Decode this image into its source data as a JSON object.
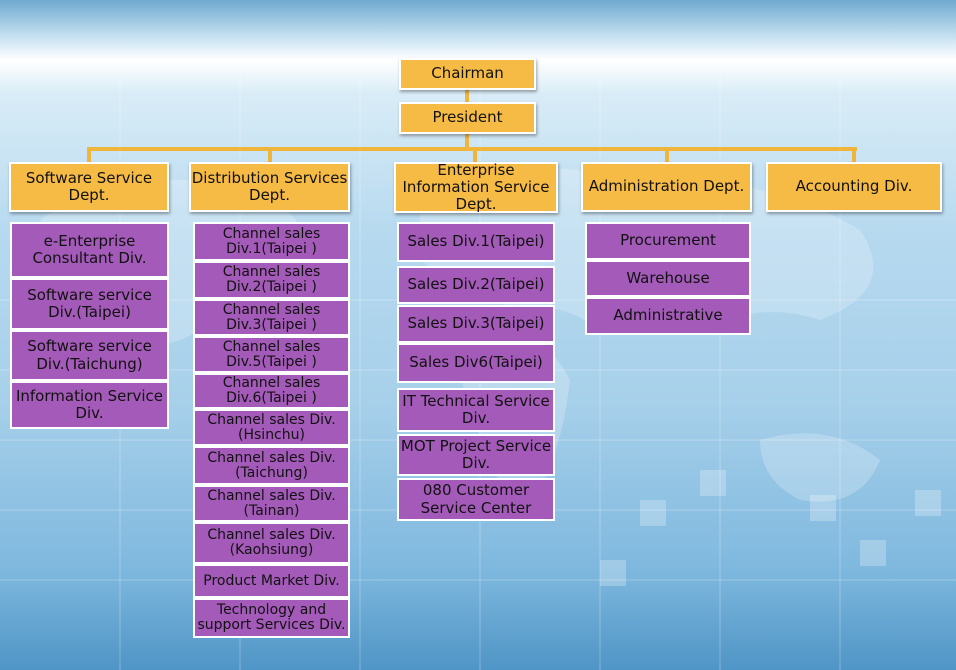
{
  "colors": {
    "manager_box": "#f6bb45",
    "unit_box": "#a45ab8",
    "connector": "#f0b53b"
  },
  "chairman": "Chairman",
  "president": "President",
  "departments": [
    {
      "label": "Software Service Dept.",
      "units": [
        "e-Enterprise Consultant  Div.",
        "Software service Div.(Taipei)",
        "Software service Div.(Taichung)",
        "Information Service Div."
      ]
    },
    {
      "label": "Distribution Services Dept.",
      "units": [
        "Channel sales Div.1(Taipei )",
        "Channel sales Div.2(Taipei )",
        "Channel sales Div.3(Taipei )",
        "Channel sales Div.5(Taipei )",
        "Channel sales Div.6(Taipei )",
        "Channel sales Div.(Hsinchu)",
        "Channel sales Div.(Taichung)",
        "Channel sales Div.(Tainan)",
        "Channel sales Div.(Kaohsiung)",
        "Product Market Div.",
        "Technology and support Services Div."
      ]
    },
    {
      "label": "Enterprise Information Service Dept.",
      "units": [
        "Sales Div.1(Taipei)",
        "Sales Div.2(Taipei)",
        "Sales Div.3(Taipei)",
        "Sales Div6(Taipei)",
        "IT Technical Service Div.",
        "MOT Project Service Div.",
        "080 Customer Service Center"
      ]
    },
    {
      "label": "Administration Dept.",
      "units": [
        "Procurement",
        "Warehouse",
        "Administrative"
      ]
    },
    {
      "label": "Accounting Div.",
      "units": []
    }
  ]
}
